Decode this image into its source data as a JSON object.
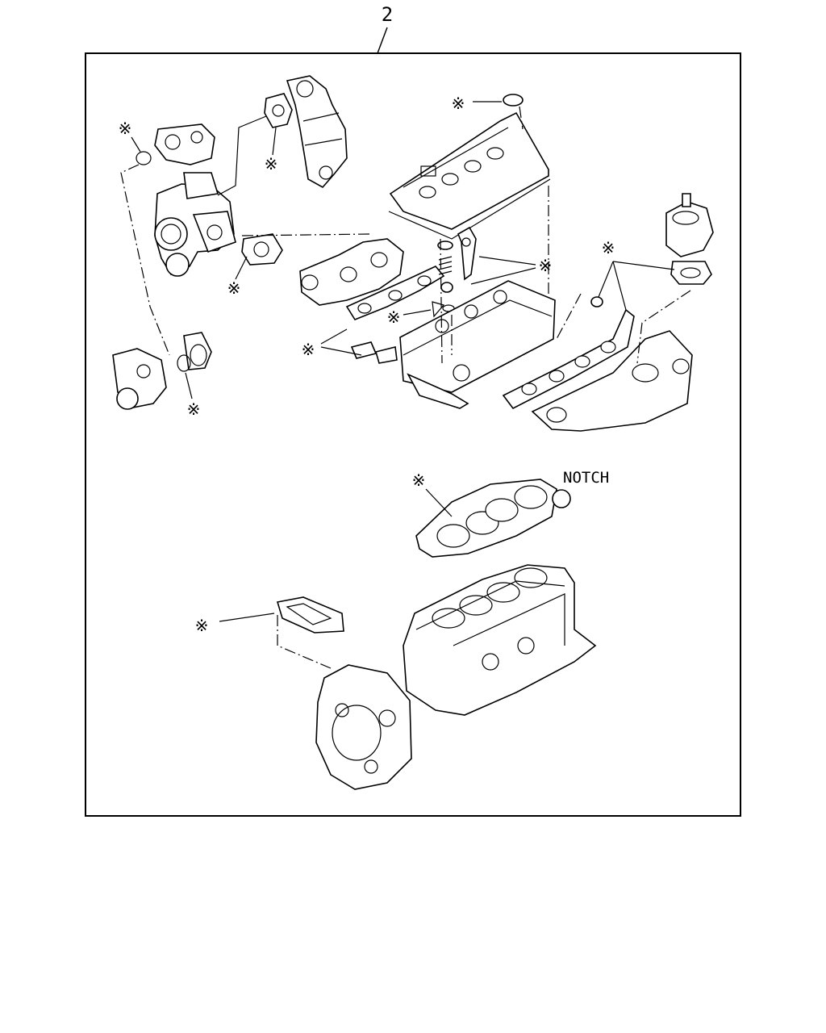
{
  "callout_number": "2",
  "notch_label": "NOTCH",
  "asterisk_symbol": "※",
  "icons": [
    "turbocharger",
    "catalytic-converter",
    "cylinder-head-cover",
    "cylinder-head",
    "injector",
    "vacuum-pump",
    "intake-manifold",
    "exhaust-manifold",
    "thermostat-housing",
    "cylinder-head-gasket",
    "cylinder-block",
    "timing-gear-case",
    "gasket"
  ]
}
